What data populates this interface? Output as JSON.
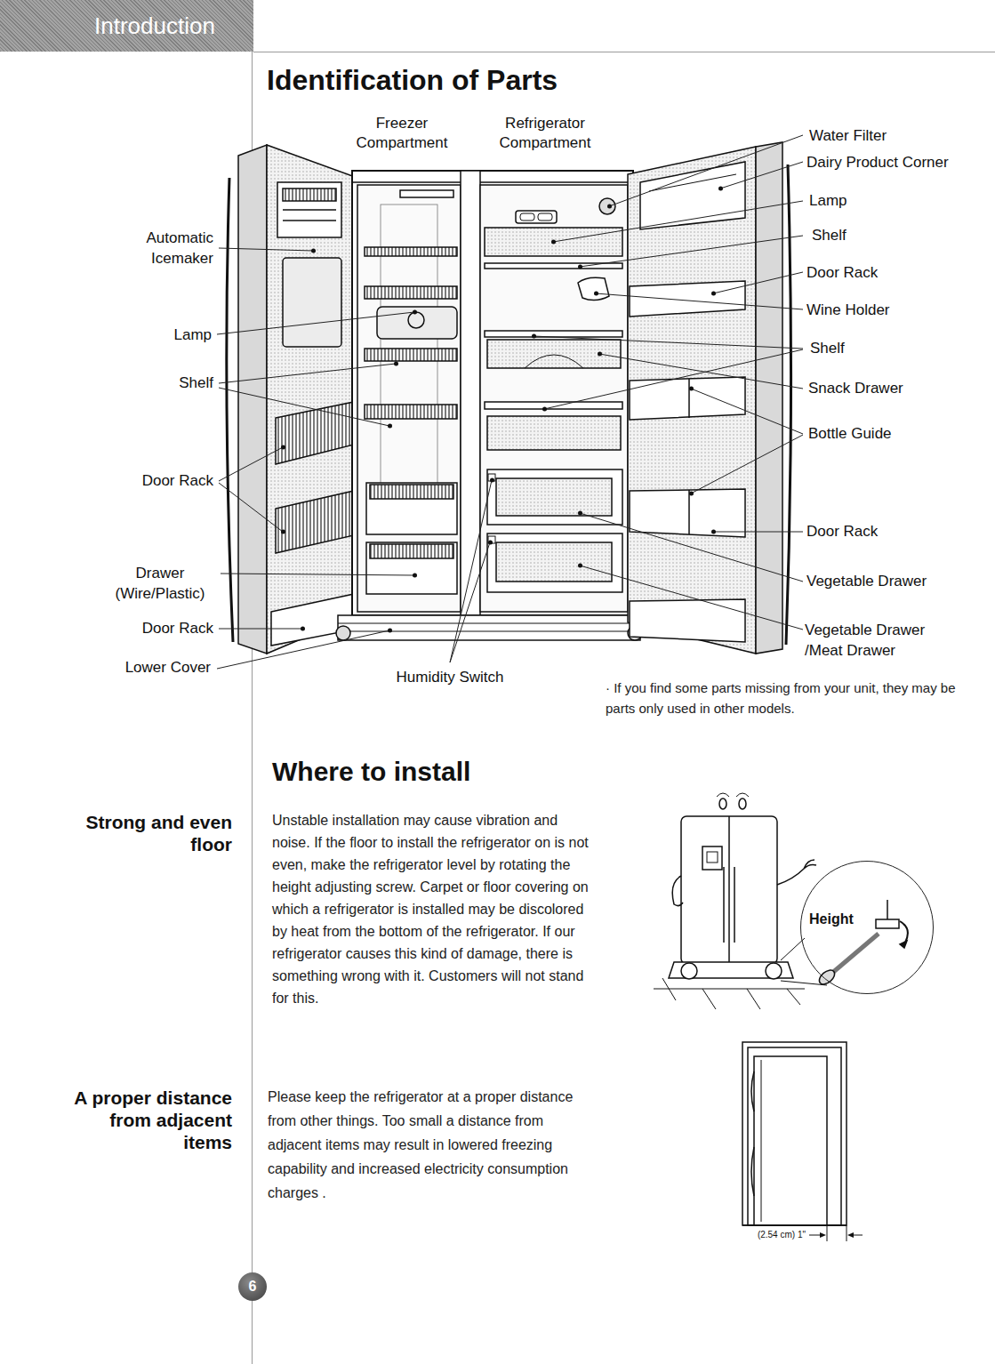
{
  "diagram": {
    "title": "Identification of Parts",
    "nodes": [
      {
        "text": [
          "Introduction"
        ]
      },
      {
        "text": [
          "Height"
        ]
      },
      {
        "text": [
          "6"
        ]
      }
    ],
    "labels": [
      "Freezer Compartment",
      "Refrigerator Compartment",
      "Water Filter",
      "Dairy Product Corner",
      "Automatic Icemaker",
      "Lamp",
      "Shelf",
      "Door Rack",
      "Wine Holder",
      "Lamp",
      "Shelf",
      "Shelf",
      "Snack Drawer",
      "Bottle Guide",
      "Door Rack",
      "Door Rack",
      "Drawer (Wire/Plastic)",
      "Vegetable Drawer",
      "Door Rack",
      "Vegetable Drawer /Meat Drawer",
      "Lower Cover",
      "Humidity Switch",
      "· If you find some parts missing from your unit, they may be parts only used in other models.",
      "Where to install",
      "Strong and even floor",
      "Unstable installation may cause vibration and noise. If the floor to install the refrigerator on is not even, make the refrigerator level by rotating the height adjusting screw. Carpet or floor covering on which a refrigerator is installed may be discolored by heat from the bottom of the refrigerator. If our refrigerator causes this kind of damage, there is something wrong with it. Customers will not stand for this.",
      "A proper distance from adjacent items",
      "Please keep the refrigerator at a proper distance from other things. Too small a distance from adjacent items may result in lowered freezing capability and increased electricity consumption charges .",
      "(2.54 cm) 1\""
    ]
  }
}
